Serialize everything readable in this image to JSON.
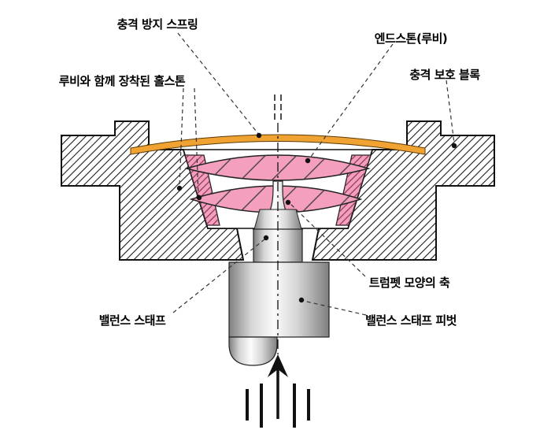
{
  "labels": {
    "shock_spring": "충격 방지 스프링",
    "endstone": "엔드스톤(루비)",
    "hole_stone": "루비와 함께 장착된 홀스톤",
    "shock_block": "충격 보호 블록",
    "trumpet_axis": "트럼펫 모양의 축",
    "balance_staff": "밸런스 스태프",
    "balance_staff_pivot": "밸런스 스태프 피벗"
  },
  "colors": {
    "jewel_pink": "#f49fbe",
    "spring_orange": "#f0a232",
    "outline": "#111111",
    "metal_dark": "#7f7f7f",
    "metal_mid": "#d6d6d6",
    "metal_light": "#fbfbfb",
    "leader_line": "#333333"
  }
}
